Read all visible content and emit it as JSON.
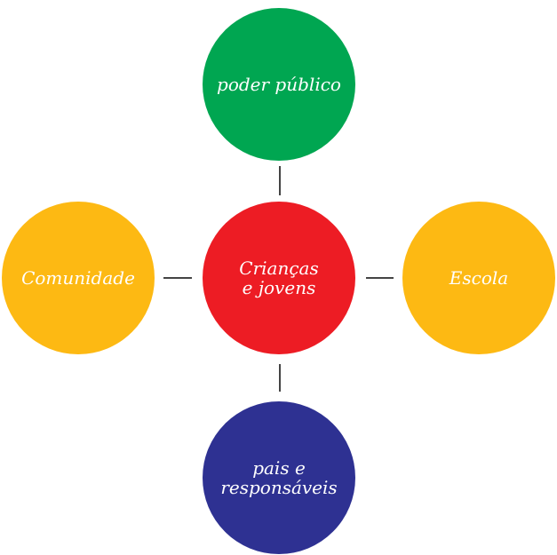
{
  "diagram": {
    "center": {
      "label": "Crianças\ne jovens",
      "color": "#ED1C24"
    },
    "nodes": {
      "top": {
        "label": "poder público",
        "color": "#00A651"
      },
      "left": {
        "label": "Comunidade",
        "color": "#FDB913"
      },
      "right": {
        "label": "Escola",
        "color": "#FDB913"
      },
      "bottom": {
        "label": "pais e\nresponsáveis",
        "color": "#2E3192"
      }
    },
    "connector_color": "#444444",
    "text_color": "#FFFFFF"
  }
}
